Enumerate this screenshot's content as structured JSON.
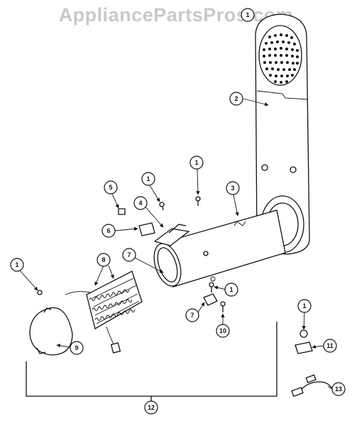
{
  "watermark": "AppliancePartsPros.com",
  "callouts": {
    "c_top": "1",
    "c2": "2",
    "c3": "3",
    "c1a": "1",
    "c1b": "1",
    "c5": "5",
    "c4": "4",
    "c6": "6",
    "c7a": "7",
    "c8": "8",
    "c1c": "1",
    "c1d": "1",
    "c7b": "7",
    "c10": "10",
    "c9": "9",
    "c1e": "1",
    "c11": "11",
    "c12": "12",
    "c13": "13"
  }
}
